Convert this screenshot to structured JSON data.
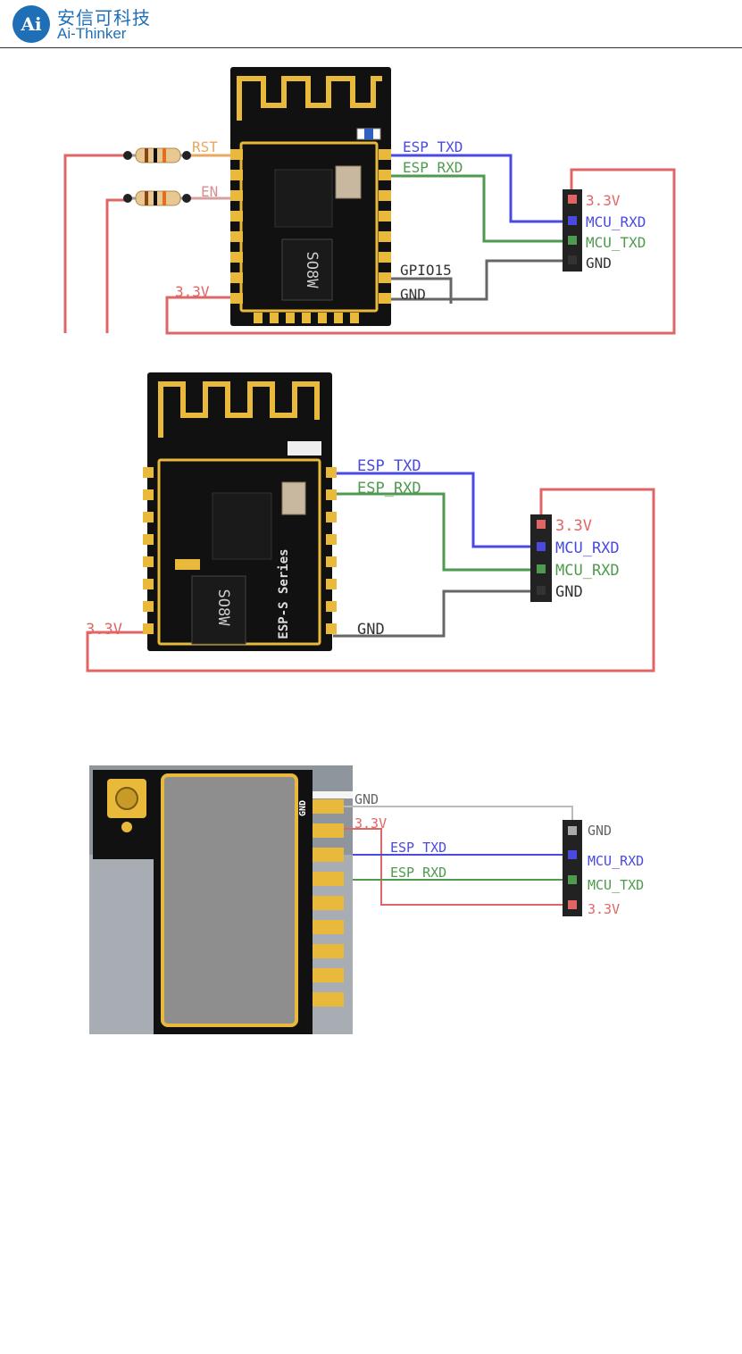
{
  "header": {
    "logo_letters": "Ai",
    "brand_cn": "安信可科技",
    "brand_en": "Ai-Thinker"
  },
  "diagram1": {
    "left_labels": {
      "rst": "RST",
      "en": "EN",
      "v33": "3.3V"
    },
    "right_labels": {
      "esp_txd": "ESP_TXD",
      "esp_rxd": "ESP_RXD",
      "gpio15": "GPIO15",
      "gnd": "GND"
    },
    "chip_label": "SO8W",
    "connector": {
      "v33": "3.3V",
      "mcu_rxd": "MCU_RXD",
      "mcu_txd": "MCU_TXD",
      "gnd": "GND"
    }
  },
  "diagram2": {
    "left_labels": {
      "v33": "3.3V"
    },
    "right_labels": {
      "esp_txd": "ESP_TXD",
      "esp_rxd": "ESP_RXD",
      "gnd": "GND"
    },
    "chip_label": "SO8W",
    "series_label": "ESP-S Series",
    "connector": {
      "v33": "3.3V",
      "mcu_rxd": "MCU_RXD",
      "mcu_rxd2": "MCU_RXD",
      "gnd": "GND"
    }
  },
  "diagram3": {
    "pin_label": "GND",
    "labels": {
      "gnd": "GND",
      "v33": "3.3V",
      "esp_txd": "ESP_TXD",
      "esp_rxd": "ESP_RXD"
    },
    "connector": {
      "gnd": "GND",
      "mcu_rxd": "MCU_RXD",
      "mcu_txd": "MCU_TXD",
      "v33": "3.3V"
    }
  },
  "colors": {
    "red": "#e06666",
    "blue": "#4a4ae0",
    "green": "#4e9a4e",
    "gray": "#666666",
    "gold": "#e8b93a",
    "board": "#111111",
    "brand": "#1f6fb7"
  }
}
